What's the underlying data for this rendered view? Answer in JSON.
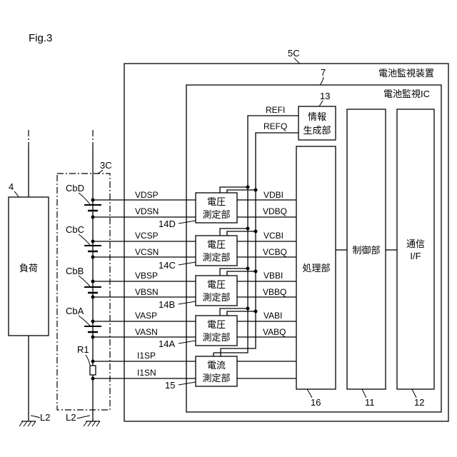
{
  "figure_label": "Fig.3",
  "device": {
    "ref": "5C",
    "name": "電池監視装置"
  },
  "ic": {
    "ref": "7",
    "name": "電池監視IC"
  },
  "info_gen": {
    "ref": "13",
    "line1": "情報",
    "line2": "生成部"
  },
  "processor": {
    "ref": "16",
    "label": "処理部"
  },
  "controller": {
    "ref": "11",
    "label": "制御部"
  },
  "comm": {
    "ref": "12",
    "line1": "通信",
    "line2": "I/F"
  },
  "refs": {
    "refi": "REFI",
    "refq": "REFQ"
  },
  "load": {
    "ref": "4",
    "label": "負荷",
    "ground": "L2"
  },
  "battery_pack": {
    "ref": "3C",
    "ground": "L2"
  },
  "shunt": {
    "label": "R1"
  },
  "cells": {
    "d": {
      "name": "CbD",
      "pos": "VDSP",
      "neg": "VDSN"
    },
    "c": {
      "name": "CbC",
      "pos": "VCSP",
      "neg": "VCSN"
    },
    "b": {
      "name": "CbB",
      "pos": "VBSP",
      "neg": "VBSN"
    },
    "a": {
      "name": "CbA",
      "pos": "VASP",
      "neg": "VASN"
    }
  },
  "voltage_units": {
    "line1": "電圧",
    "line2": "測定部",
    "d": {
      "ref": "14D",
      "out_i": "VDBI",
      "out_q": "VDBQ"
    },
    "c": {
      "ref": "14C",
      "out_i": "VCBI",
      "out_q": "VCBQ"
    },
    "b": {
      "ref": "14B",
      "out_i": "VBBI",
      "out_q": "VBBQ"
    },
    "a": {
      "ref": "14A",
      "out_i": "VABI",
      "out_q": "VABQ"
    }
  },
  "current_unit": {
    "ref": "15",
    "line1": "電流",
    "line2": "測定部",
    "pos": "I1SP",
    "neg": "I1SN"
  }
}
